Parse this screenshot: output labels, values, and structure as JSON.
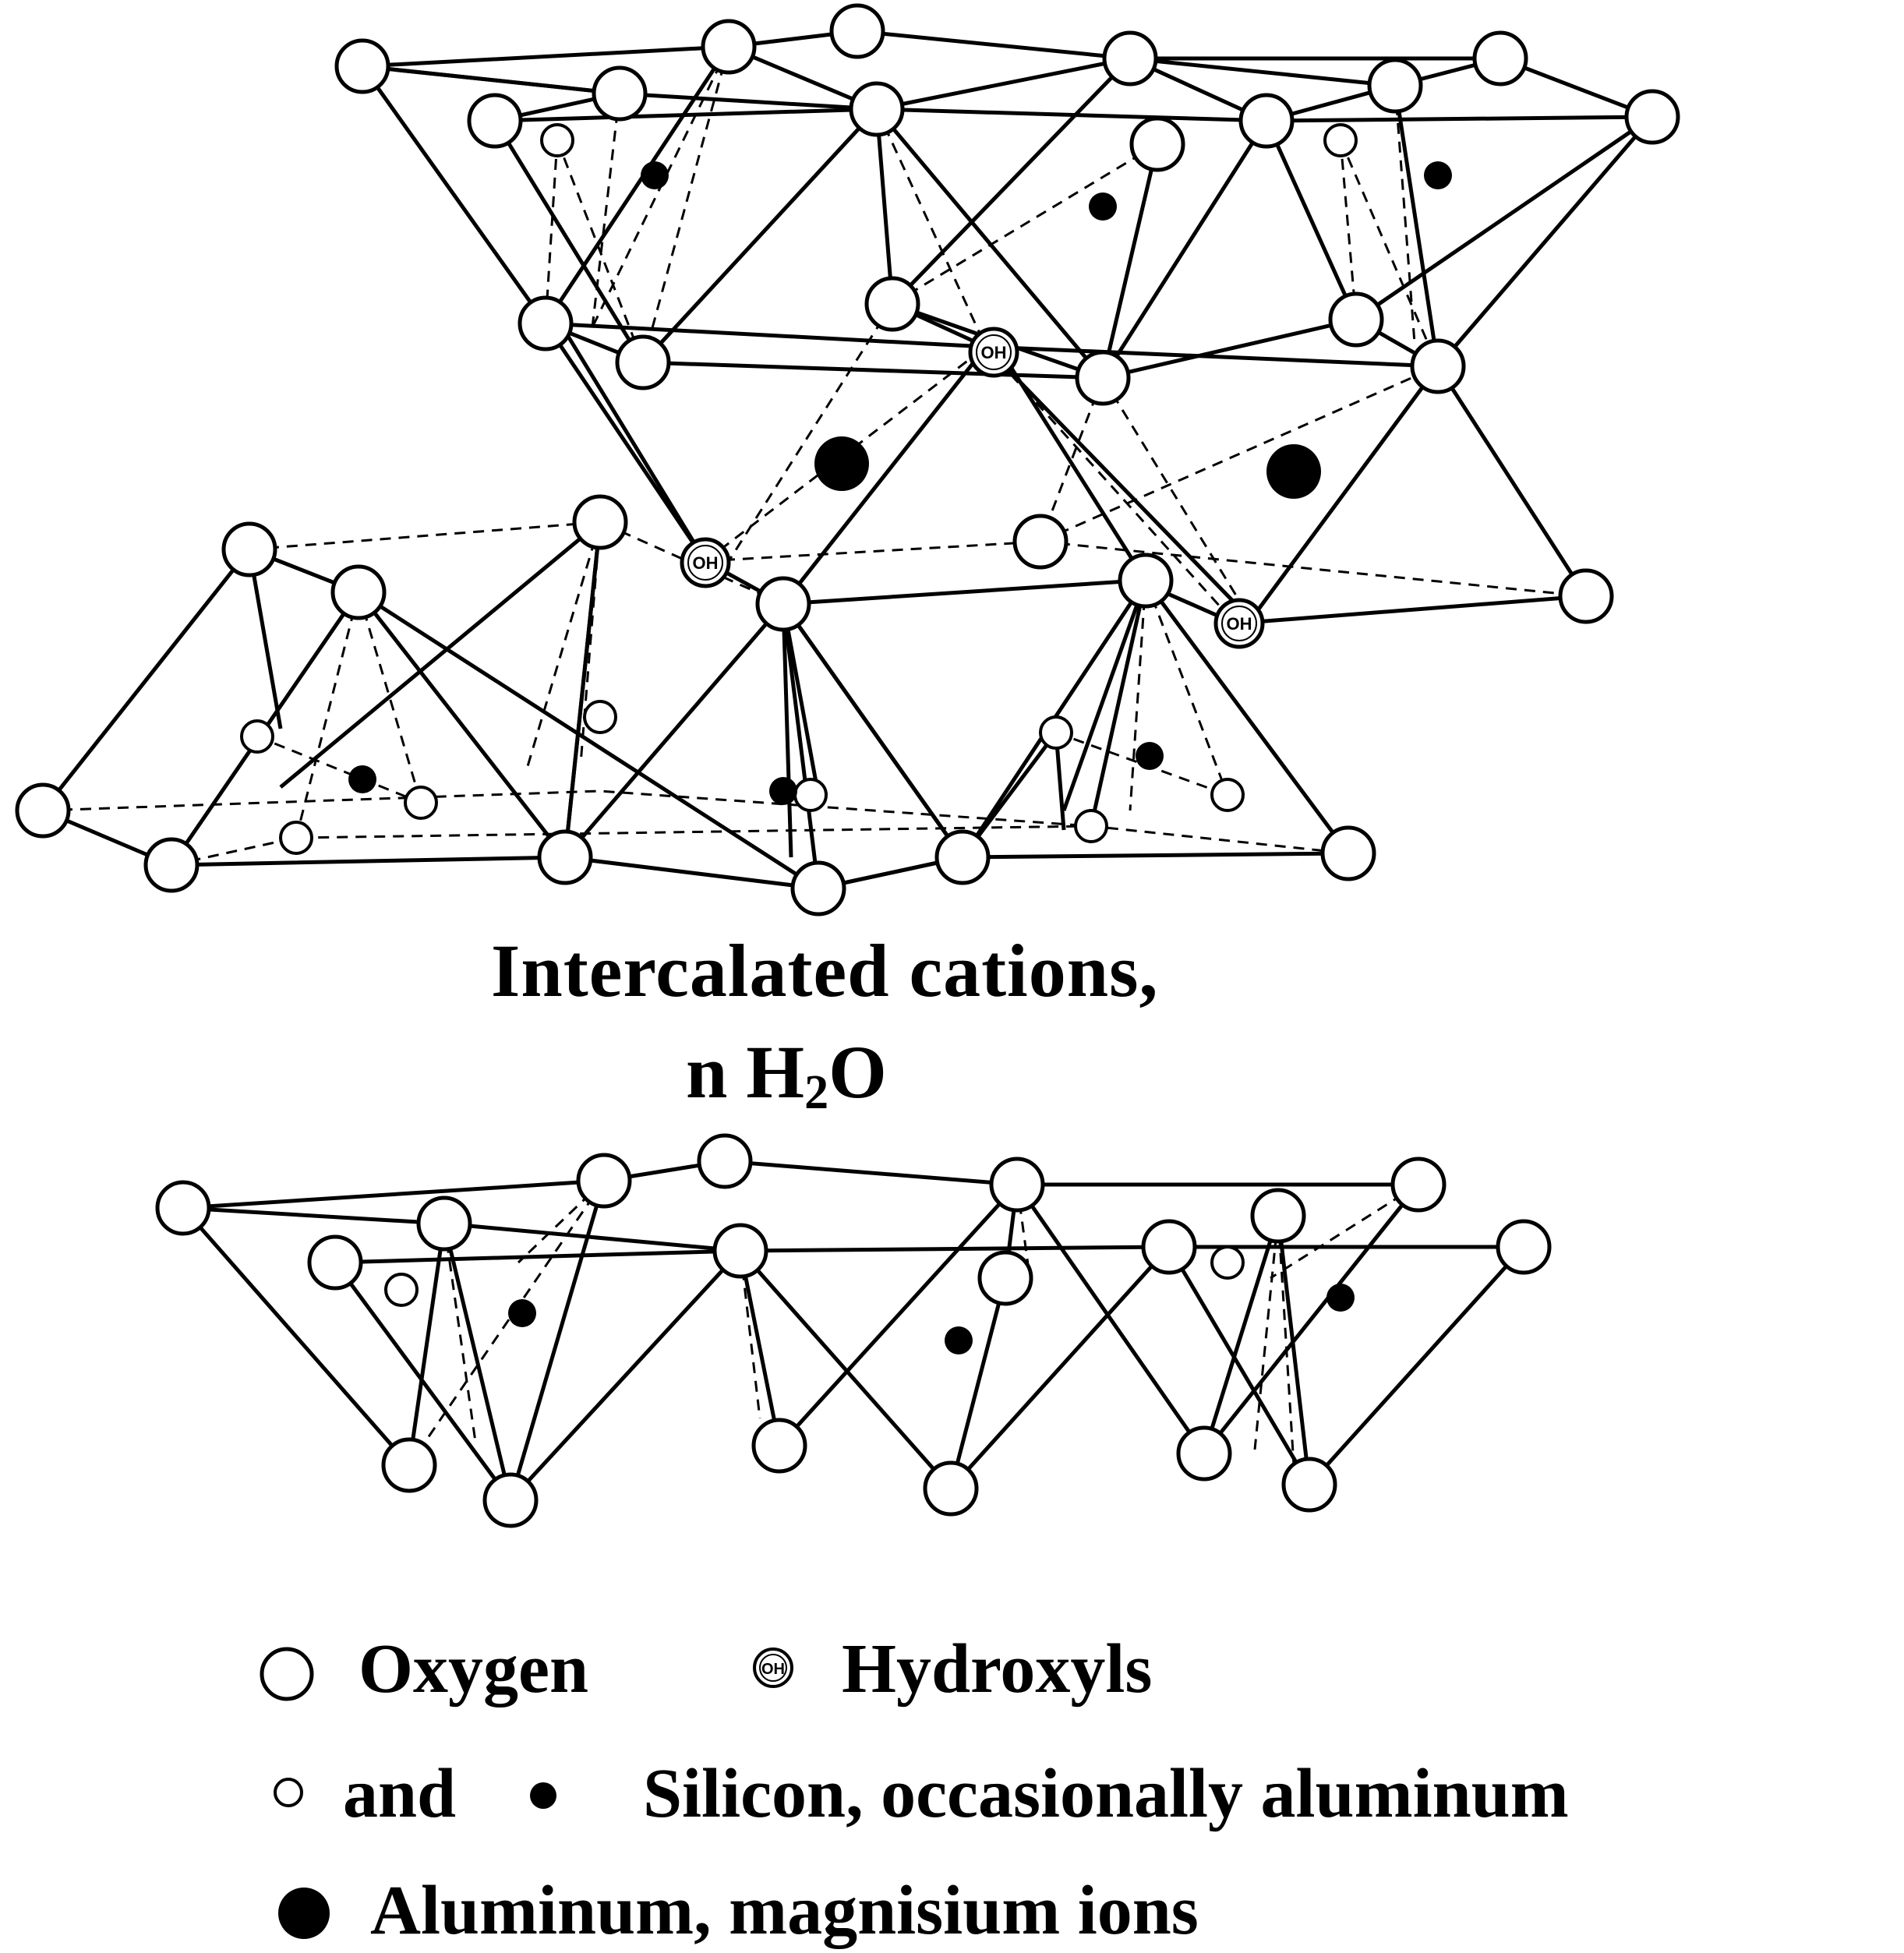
{
  "caption": {
    "line1": "Intercalated cations,",
    "line2_prefix": "n H",
    "line2_sub": "2",
    "line2_suffix": "O"
  },
  "atoms": {
    "hydroxyl_label": "OH"
  },
  "legend": {
    "oxygen": "Oxygen",
    "hydroxyls": "Hydroxyls",
    "hydroxyl_symbol": "OH",
    "and": "and",
    "silicon": "Silicon,  occasionally aluminum",
    "aluminum_magnesium": "Aluminum, magnisium ions"
  },
  "colors": {
    "line": "#000000",
    "atom_fill": "#ffffff",
    "ion_fill": "#000000"
  }
}
